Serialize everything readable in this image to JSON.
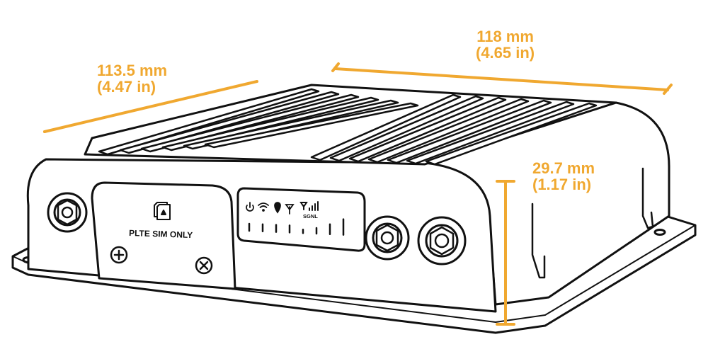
{
  "dimensions": {
    "depth": {
      "metric": "113.5 mm",
      "imperial": "(4.47 in)"
    },
    "width": {
      "metric": "118 mm",
      "imperial": "(4.65 in)"
    },
    "height": {
      "metric": "29.7 mm",
      "imperial": "(1.17 in)"
    }
  },
  "device": {
    "sim_label": "PLTE SIM ONLY",
    "signal_label": "SGNL",
    "status_icons": [
      "power-icon",
      "wifi-icon",
      "location-pin-icon",
      "antenna-icon",
      "signal-bars-icon"
    ],
    "led_count": 8
  },
  "colors": {
    "accent": "#f0a830",
    "outline": "#111111",
    "body": "#ffffff"
  }
}
